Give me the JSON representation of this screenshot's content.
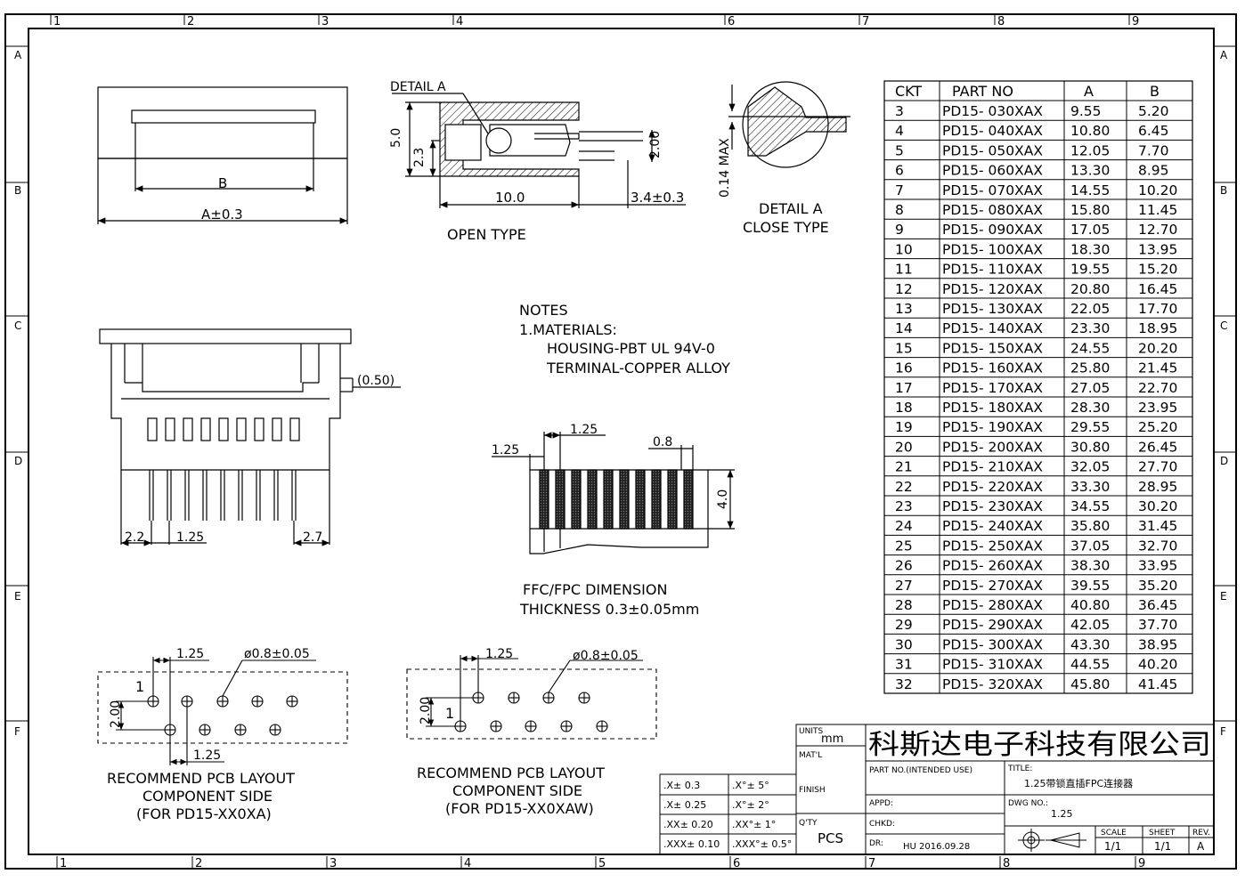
{
  "zones": {
    "columns_top": [
      "1",
      "2",
      "3",
      "4",
      "6",
      "7",
      "8",
      "9"
    ],
    "columns_bottom": [
      "1",
      "2",
      "3",
      "4",
      "5",
      "6",
      "7",
      "8",
      "9"
    ],
    "rows": [
      "A",
      "B",
      "C",
      "D",
      "E",
      "F"
    ]
  },
  "top_view": {
    "dim_b": "B",
    "dim_a": "A±0.3"
  },
  "side_section": {
    "detail_label": "DETAIL A",
    "dim_height": "5.0",
    "dim_mid": "2.3",
    "dim_pin": "2.00",
    "dim_length": "10.0",
    "dim_tail": "3.4±0.3",
    "caption": "OPEN TYPE"
  },
  "detail_a": {
    "dim": "0.14 MAX",
    "caption_1": "DETAIL A",
    "caption_2": "CLOSE TYPE"
  },
  "front_view": {
    "dim_offset": "(0.50)",
    "dim_left": "2.2",
    "dim_pitch": "1.25",
    "dim_right": "2.7"
  },
  "notes": {
    "title": "NOTES",
    "line1": "1.MATERIALS:",
    "line2": "HOUSING-PBT UL 94V-0",
    "line3": "TERMINAL-COPPER ALLOY"
  },
  "ffc": {
    "dim_pitch": "1.25",
    "dim_edge": "1.25",
    "dim_width": "0.8",
    "dim_length": "4.0",
    "caption_1": "FFC/FPC DIMENSION",
    "caption_2": "THICKNESS 0.3±0.05mm"
  },
  "pcb_left": {
    "dim_pitch_top": "1.25",
    "dim_hole": "ø0.8±0.05",
    "pin1": "1",
    "dim_row": "2.00",
    "dim_pitch_bottom": "1.25",
    "caption_1": "RECOMMEND PCB LAYOUT",
    "caption_2": "COMPONENT SIDE",
    "caption_3": "(FOR PD15-XX0XA)"
  },
  "pcb_right": {
    "dim_pitch_top": "1.25",
    "dim_hole": "ø0.8±0.05",
    "pin1": "1",
    "dim_row": "2.00",
    "caption_1": "RECOMMEND PCB LAYOUT",
    "caption_2": "COMPONENT SIDE",
    "caption_3": "(FOR PD15-XX0XAW)"
  },
  "parts_table": {
    "headers": [
      "CKT",
      "PART NO",
      "A",
      "B"
    ],
    "rows": [
      [
        "3",
        "PD15- 030XAX",
        "9.55",
        "5.20"
      ],
      [
        "4",
        "PD15- 040XAX",
        "10.80",
        "6.45"
      ],
      [
        "5",
        "PD15- 050XAX",
        "12.05",
        "7.70"
      ],
      [
        "6",
        "PD15- 060XAX",
        "13.30",
        "8.95"
      ],
      [
        "7",
        "PD15- 070XAX",
        "14.55",
        "10.20"
      ],
      [
        "8",
        "PD15- 080XAX",
        "15.80",
        "11.45"
      ],
      [
        "9",
        "PD15- 090XAX",
        "17.05",
        "12.70"
      ],
      [
        "10",
        "PD15- 100XAX",
        "18.30",
        "13.95"
      ],
      [
        "11",
        "PD15- 110XAX",
        "19.55",
        "15.20"
      ],
      [
        "12",
        "PD15- 120XAX",
        "20.80",
        "16.45"
      ],
      [
        "13",
        "PD15- 130XAX",
        "22.05",
        "17.70"
      ],
      [
        "14",
        "PD15- 140XAX",
        "23.30",
        "18.95"
      ],
      [
        "15",
        "PD15- 150XAX",
        "24.55",
        "20.20"
      ],
      [
        "16",
        "PD15- 160XAX",
        "25.80",
        "21.45"
      ],
      [
        "17",
        "PD15- 170XAX",
        "27.05",
        "22.70"
      ],
      [
        "18",
        "PD15- 180XAX",
        "28.30",
        "23.95"
      ],
      [
        "19",
        "PD15- 190XAX",
        "29.55",
        "25.20"
      ],
      [
        "20",
        "PD15- 200XAX",
        "30.80",
        "26.45"
      ],
      [
        "21",
        "PD15- 210XAX",
        "32.05",
        "27.70"
      ],
      [
        "22",
        "PD15- 220XAX",
        "33.30",
        "28.95"
      ],
      [
        "23",
        "PD15- 230XAX",
        "34.55",
        "30.20"
      ],
      [
        "24",
        "PD15- 240XAX",
        "35.80",
        "31.45"
      ],
      [
        "25",
        "PD15- 250XAX",
        "37.05",
        "32.70"
      ],
      [
        "26",
        "PD15- 260XAX",
        "38.30",
        "33.95"
      ],
      [
        "27",
        "PD15- 270XAX",
        "39.55",
        "35.20"
      ],
      [
        "28",
        "PD15- 280XAX",
        "40.80",
        "36.45"
      ],
      [
        "29",
        "PD15- 290XAX",
        "42.05",
        "37.70"
      ],
      [
        "30",
        "PD15- 300XAX",
        "43.30",
        "38.95"
      ],
      [
        "31",
        "PD15- 310XAX",
        "44.55",
        "40.20"
      ],
      [
        "32",
        "PD15- 320XAX",
        "45.80",
        "41.45"
      ]
    ]
  },
  "tolerances": {
    "rows": [
      [
        ".X± 0.3",
        ".X°± 5°"
      ],
      [
        ".X± 0.25",
        ".X°± 2°"
      ],
      [
        ".XX± 0.20",
        ".XX°± 1°"
      ],
      [
        ".XXX± 0.10",
        ".XXX°± 0.5°"
      ]
    ]
  },
  "title_block": {
    "units_label": "UNITS",
    "units_value": "mm",
    "matl_label": "MAT'L",
    "finish_label": "FINISH",
    "qty_label": "Q'TY",
    "qty_value": "PCS",
    "company": "科斯达电子科技有限公司",
    "part_no_label": "PART NO.(INTENDED USE)",
    "title_label": "TITLE:",
    "title_value": "1.25带锁直插FPC连接器",
    "appd_label": "APPD:",
    "dwg_label": "DWG NO.:",
    "dwg_value": "1.25",
    "chkd_label": "CHKD:",
    "dr_label": "DR:",
    "dr_value": "HU 2016.09.28",
    "scale_label": "SCALE",
    "scale_value": "1/1",
    "sheet_label": "SHEET",
    "sheet_value": "1/1",
    "rev_label": "REV.",
    "rev_value": "A"
  }
}
